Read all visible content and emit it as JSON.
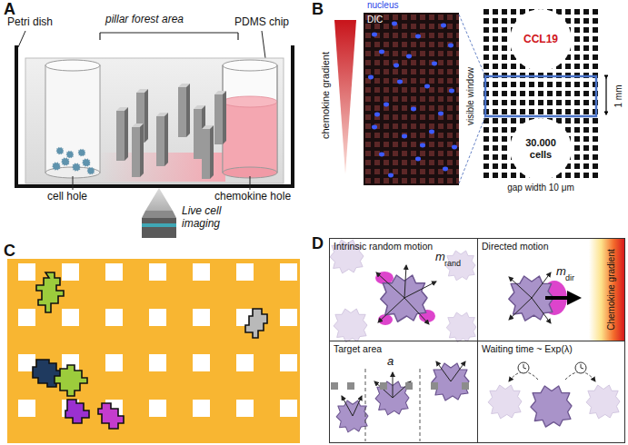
{
  "diagram": {
    "nodes": [
      {
        "text": [
          "CCL19"
        ]
      },
      {
        "text": [
          "30.000 cells"
        ]
      },
      {
        "text": [
          "Intrinsic random motion"
        ]
      },
      {
        "text": [
          "Directed motion"
        ]
      },
      {
        "text": [
          "Target area"
        ]
      },
      {
        "text": [
          "Waiting time ~ Exp(λ)"
        ]
      }
    ],
    "labels": [
      "A",
      "Petri dish",
      "pillar forest area",
      "PDMS chip",
      "cell hole",
      "chemokine hole",
      "Live cell imaging",
      "B",
      "nucleus",
      "DIC",
      "chemokine gradient",
      "visible window",
      "1 mm",
      "gap width 10 μm",
      "C",
      "D",
      "m",
      "rand",
      "m",
      "dir",
      "Chemokine gradient",
      "a"
    ]
  }
}
